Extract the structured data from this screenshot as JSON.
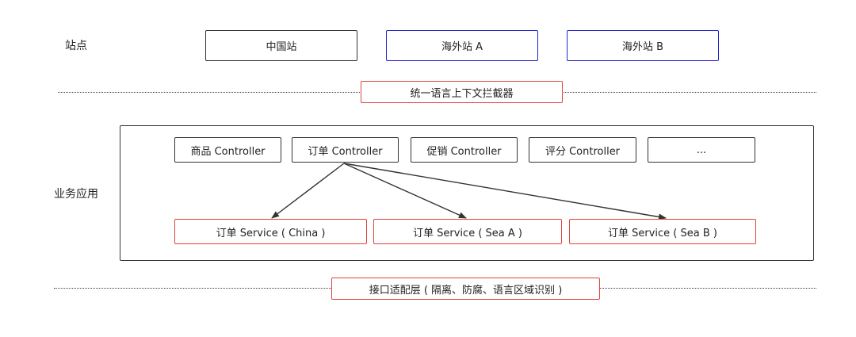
{
  "row_labels": {
    "sites": "站点",
    "business": "业务应用"
  },
  "sites": [
    "中国站",
    "海外站 A",
    "海外站 B"
  ],
  "interceptor": "统一语言上下文拦截器",
  "controllers": [
    "商品 Controller",
    "订单 Controller",
    "促销 Controller",
    "评分 Controller",
    "..."
  ],
  "services": [
    "订单 Service ( China )",
    "订单 Service ( Sea A )",
    "订单 Service ( Sea B )"
  ],
  "adapter_layer": "接口适配层 ( 隔离、防腐、语言区域识别 )",
  "colors": {
    "black_border": "#333333",
    "blue_border": "#2222cc",
    "red_border": "#e0443c"
  }
}
